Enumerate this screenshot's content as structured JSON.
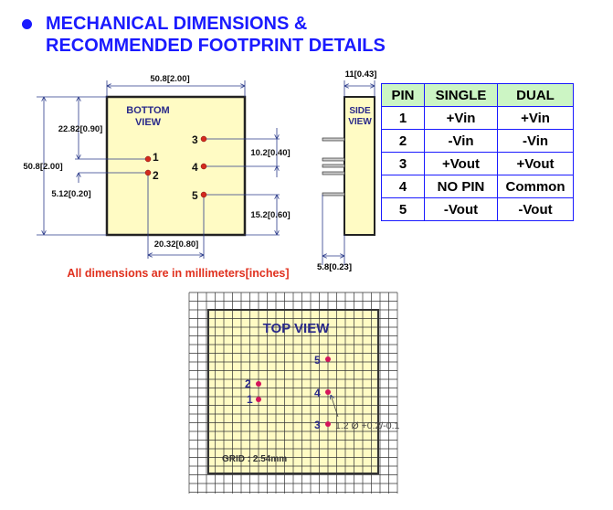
{
  "title": {
    "line1": "MECHANICAL DIMENSIONS &",
    "line2": "RECOMMENDED FOOTPRINT DETAILS"
  },
  "bottom_view": {
    "label1": "BOTTOM",
    "label2": "VIEW",
    "pins": [
      "1",
      "2",
      "3",
      "4",
      "5"
    ],
    "dims": {
      "width": "50.8[2.00]",
      "height": "50.8[2.00]",
      "pin1_from_top": "22.82[0.90]",
      "pin_pitch_12": "5.12[0.20]",
      "pitch_34": "10.2[0.40]",
      "pin5_from_bottom": "15.2[0.60]",
      "row_spacing": "20.32[0.80]"
    }
  },
  "side_view": {
    "label1": "SIDE",
    "label2": "VIEW",
    "thickness": "11[0.43]",
    "pin_length": "5.8[0.23]"
  },
  "note": "All dimensions are in millimeters[inches]",
  "pin_table": {
    "headers": [
      "PIN",
      "SINGLE",
      "DUAL"
    ],
    "rows": [
      [
        "1",
        "+Vin",
        "+Vin"
      ],
      [
        "2",
        "-Vin",
        "-Vin"
      ],
      [
        "3",
        "+Vout",
        "+Vout"
      ],
      [
        "4",
        "NO PIN",
        "Common"
      ],
      [
        "5",
        "-Vout",
        "-Vout"
      ]
    ]
  },
  "top_view": {
    "label": "TOP VIEW",
    "grid": "GRID : 2.54mm",
    "hole": "1.2 Ø +0.2/-0.1",
    "pins": [
      "1",
      "2",
      "3",
      "4",
      "5"
    ]
  }
}
